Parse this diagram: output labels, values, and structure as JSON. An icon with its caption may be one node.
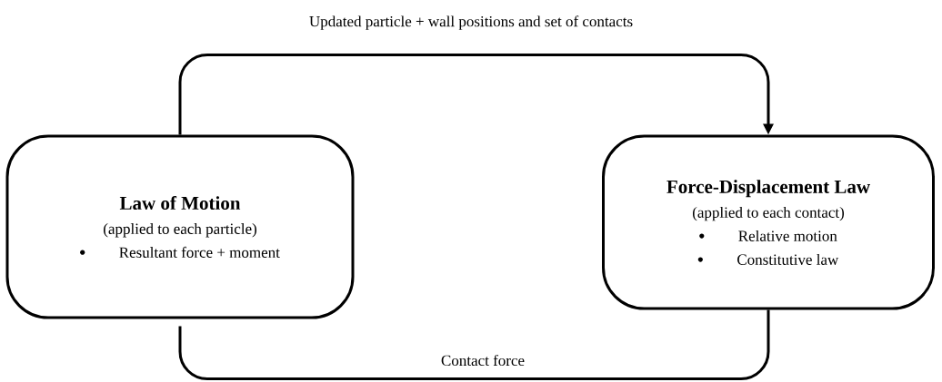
{
  "diagram": {
    "nodes": [
      {
        "text": [
          "Law of Motion",
          "(applied to each particle)",
          "Resultant force + moment"
        ]
      },
      {
        "text": [
          "Force-Displacement Law",
          "(applied to each contact)",
          "Relative motion",
          "Constitutive law"
        ]
      }
    ],
    "edges": [
      {
        "from": 0,
        "to": 1,
        "arrow": "to",
        "label": "Updated particle + wall positions and set of contacts"
      },
      {
        "from": 1,
        "to": 0,
        "arrow": "none",
        "label": "Contact force"
      }
    ]
  }
}
